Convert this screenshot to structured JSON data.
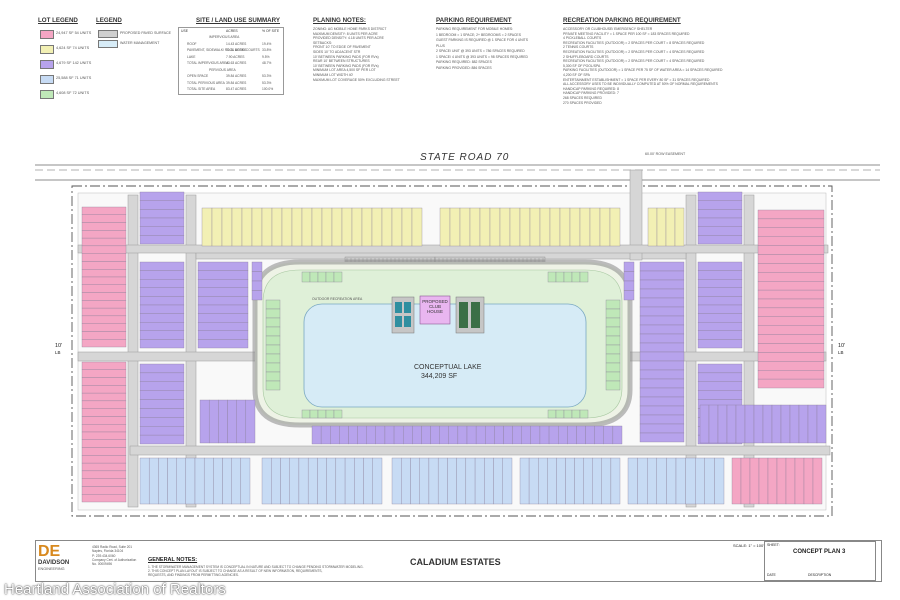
{
  "legend": {
    "lot_title": "LOT LEGEND",
    "lot_items": [
      {
        "label": "24,947 SF 54 UNITS",
        "color": "#f4a6c4"
      },
      {
        "label": "4,624 SF 74 UNITS",
        "color": "#f2f0b4"
      },
      {
        "label": "4,679 SF 142 UNITS",
        "color": "#b7a3ec"
      },
      {
        "label": "25,588 SF 71 UNITS",
        "color": "#c7dbf4"
      },
      {
        "label": "4,608 SF 72 UNITS",
        "color": "#bfe8b8"
      }
    ],
    "map_title": "LEGEND",
    "map_items": [
      {
        "label": "PROPOSED PAVED SURFACE",
        "color": "#cfcfcf"
      },
      {
        "label": "WATER MANAGEMENT",
        "color": "#d7ecf7"
      }
    ]
  },
  "land_use": {
    "title": "SITE / LAND USE SUMMARY",
    "headers": [
      "USE",
      "ACRES",
      "% OF SITE"
    ],
    "rows": [
      [
        "IMPERVIOUS AREA",
        "",
        ""
      ],
      [
        "ROOF",
        "14.43 ACRES",
        "19.4%"
      ],
      [
        "PAVEMENT, SIDEWALK/ POOL DECK/ COURTS",
        "21.31 ACRES",
        "33.8%"
      ],
      [
        "LAKE",
        "7.90 ACRES",
        "9.5%"
      ],
      [
        "TOTAL IMPERVIOUS AREA",
        "43.63 ACRES",
        "48.7%"
      ],
      [
        "PERVIOUS AREA",
        "",
        ""
      ],
      [
        "OPEN SPACE",
        "39.84 ACRES",
        "53.3%"
      ],
      [
        "TOTAL PERVIOUS AREA",
        "39.84 ACRES",
        "53.3%"
      ],
      [
        "TOTAL SITE AREA",
        "83.47 ACRES",
        "100.0%"
      ]
    ]
  },
  "planning_notes": {
    "title": "PLANING NOTES:",
    "lines": [
      "ZONING: AG MOBILE HOME PARKS DISTRICT",
      "MAXIMUM DENSITY: 8 UNITS PER ACRE",
      "PROVIDED DENSITY: 4.18 UNITS PER ACRE",
      "SETBACKS:",
      "FRONT 10' TO EDGE OF PAVEMENT",
      "SIDES 10' TO ADJACENT STR",
      "10' BETWEEN PARKING PADS (FOR RVs)",
      "REAR 10' BETWEEN STRUCTURES",
      "10' BETWEEN PARKING PADS (FOR RVs)",
      "MINIMUM LOT AREA 4,500 SF PER LOT",
      "MINIMUM LOT WIDTH 40'",
      "MAXIMUM LOT COVERAGE 50% EXCLUDING STREET"
    ]
  },
  "parking": {
    "title": "PARKING REQUIREMENT",
    "lines": [
      "PARKING REQUIREMENT FOR MOBILE HOMES:",
      "1 BEDROOM = 1 SPACE; 2+ BEDROOMS = 2 SPACES",
      "GUEST PARKING IS REQUIRED @ 1 SPACE FOR 4 UNITS",
      "PLUS",
      "2 SPACE/ UNIT @ 393 UNITS = 786 SPACES REQUIRED",
      "1 SPACE/ 4 UNITS @ 393 UNITS = 98 SPACES REQUIRED",
      "PARKING REQUIRED: 882 SPACES",
      "PARKING PROVIDED: 886 SPACES"
    ]
  },
  "recreation": {
    "title": "RECREATION PARKING REQUIREMENT",
    "lines": [
      "ACCESSORY OR CLUBHOUSE/ EMERGENCY SHELTER",
      "PRIVATE MEETING FACILITY = 1 SPACE PER 100 SF = 183 SPACES REQUIRED",
      "4 PICKLEBALL COURTS",
      "RECREATION FACILITIES (OUTDOOR) = 2 SPACES PER COURT = 8 SPACES REQUIRED",
      "2 TENNIS COURTS",
      "RECREATION FACILITIES (OUTDOOR) = 2 SPACES PER COURT = 4 SPACES REQUIRED",
      "2 SHUFFLEBOARD COURTS",
      "RECREATION FACILITIES (OUTDOOR) = 2 SPACES PER COURT = 4 SPACES REQUIRED",
      "5,300 SF OF POOL/SPA",
      "PARKING FACILITIES (OUTDOOR) = 1 SPACE PER 75 SF OF WATER AREA = 14 SPACES REQUIRED",
      "4,200 SF OF SPA",
      "ENTERTAINMENT ESTABLISHMENT = 1 SPACE PER EVERY 80 SF = 31 SPACES REQUIRED",
      "ALL ACCESSORY USES TO BE INDIVIDUALLY COMPUTED AT 50% OF NORMAL REQUIREMENTS",
      "HANDICAP PARKING REQUIRED: 8",
      "HANDICAP PARKING PROVIDED: 7",
      "268 SPACES REQUIRED",
      "270 SPACES PROVIDED"
    ]
  },
  "plan": {
    "road": "STATE ROAD 70",
    "lake_label": "CONCEPTUAL LAKE",
    "lake_area": "344,209 SF",
    "clubhouse": [
      "PROPOSED",
      "CLUB",
      "HOUSE"
    ],
    "setback_left": "10'",
    "setback_left_sub": "LB",
    "setback_right": "10'",
    "setback_right_sub": "LB",
    "easement": "60.00' ROW EASEMENT",
    "outdoor_rec": "OUTDOOR RECREATION AREA"
  },
  "title_block": {
    "firm": "DAVIDSON",
    "firm_sub": "ENGINEERING",
    "address": [
      "4365 Radio Road, Suite 201",
      "Naples, Florida 34104",
      "P: 239.434.6060",
      "Company Cert. of Authorization",
      "No. 00009496"
    ],
    "general_notes_title": "GENERAL NOTES:",
    "general_notes": [
      "1. THE STORMWATER MANAGEMENT SYSTEM IS CONCEPTUAL IN NATURE AND SUBJECT TO CHANGE PENDING STORMWATER MODELING.",
      "2. THIS CONCEPT PLAN LAYOUT IS SUBJECT TO CHANGE AS A RESULT OF NEW INFORMATION, REQUIREMENTS,",
      "REQUESTS, AND FINDINGS FROM PERMITTING AGENCIES."
    ],
    "project": "CALADIUM ESTATES",
    "scale": "SCALE: 1\" = 100'",
    "sheet_label": "SHEET:",
    "sheet_title": "CONCEPT PLAN 3",
    "date_label": "DATE",
    "desc_label": "DESCRIPTION"
  },
  "watermark": "Heartland Association of Realtors"
}
